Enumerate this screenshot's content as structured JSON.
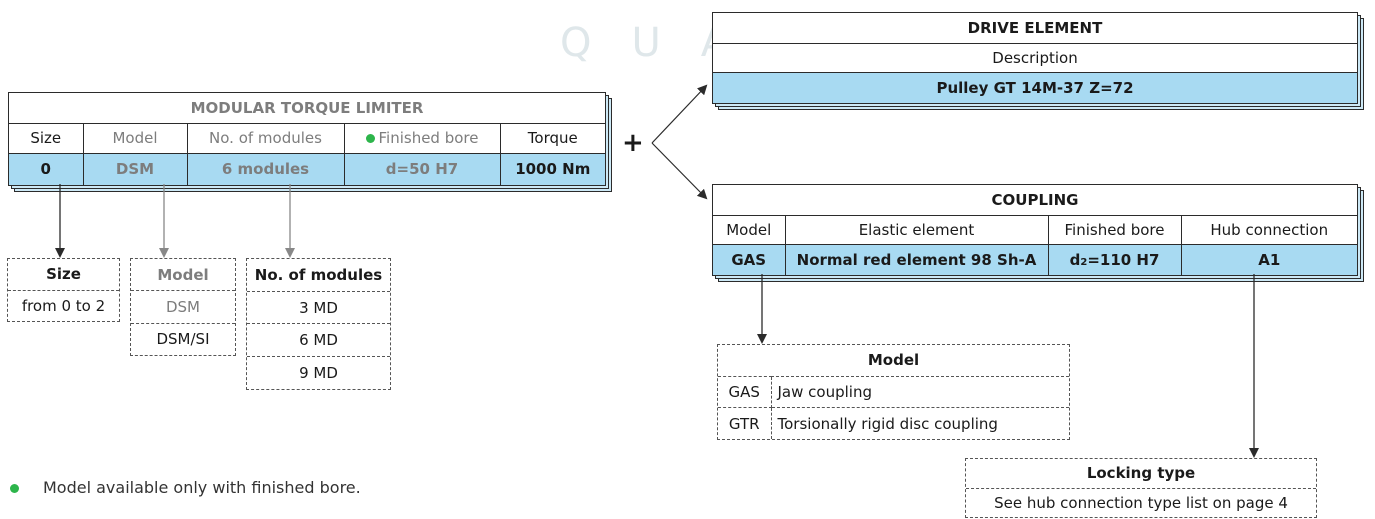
{
  "watermark_text": "QUA",
  "colors": {
    "value_row": "#a8daf2",
    "green_dot": "#2db54b",
    "border": "#2b2b2b"
  },
  "torque_limiter": {
    "title": "MODULAR TORQUE LIMITER",
    "headers": [
      "Size",
      "Model",
      "No. of modules",
      "Finished bore",
      "Torque"
    ],
    "values": [
      "0",
      "DSM",
      "6 modules",
      "d=50 H7",
      "1000 Nm"
    ]
  },
  "plus_sign": "+",
  "drive_element": {
    "title": "DRIVE ELEMENT",
    "header": "Description",
    "value": "Pulley GT 14M-37 Z=72"
  },
  "coupling": {
    "title": "COUPLING",
    "headers": [
      "Model",
      "Elastic element",
      "Finished bore",
      "Hub connection"
    ],
    "values": [
      "GAS",
      "Normal red element 98 Sh-A",
      "d",
      "2",
      "=110 H7",
      "A1"
    ]
  },
  "size_options": {
    "title": "Size",
    "rows": [
      "from 0 to 2"
    ]
  },
  "model_options": {
    "title": "Model",
    "rows": [
      "DSM",
      "DSM/SI"
    ]
  },
  "modules_options": {
    "title": "No. of modules",
    "rows": [
      "3 MD",
      "6 MD",
      "9 MD"
    ]
  },
  "coupling_model_options": {
    "title": "Model",
    "rows": [
      {
        "code": "GAS",
        "desc": "Jaw coupling"
      },
      {
        "code": "GTR",
        "desc": "Torsionally rigid disc coupling"
      }
    ]
  },
  "locking_type": {
    "title": "Locking type",
    "text": "See hub connection type list on page 4"
  },
  "footnote": "Model available only with finished bore."
}
